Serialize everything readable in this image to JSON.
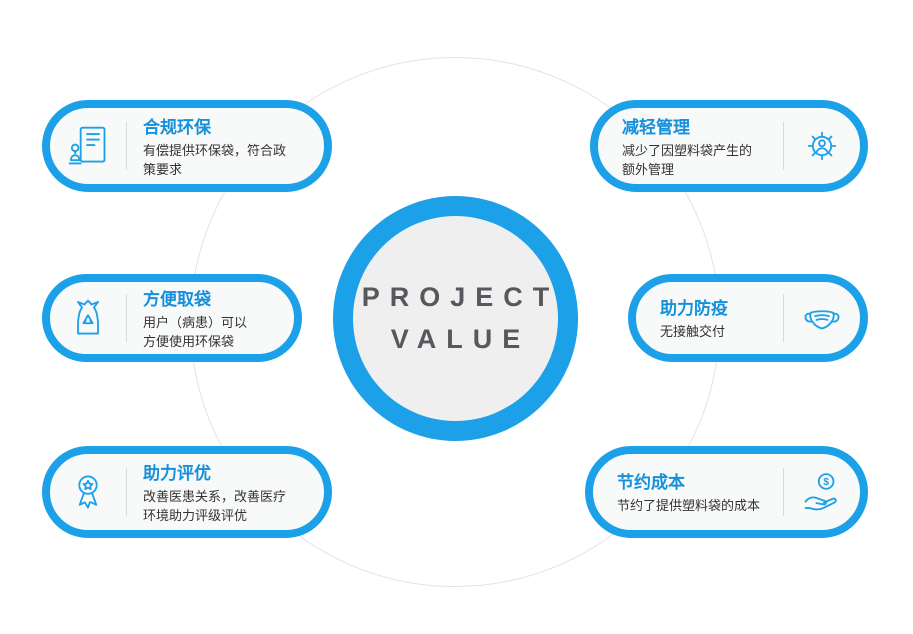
{
  "center": {
    "line1": "PROJECT",
    "line2": "VALUE"
  },
  "items": [
    {
      "title": "合规环保",
      "desc": "有偿提供环保袋，符合政策要求",
      "icon": "stamp-document-icon",
      "side": "left"
    },
    {
      "title": "方便取袋",
      "desc": "用户（病患）可以方便使用环保袋",
      "icon": "recycle-bag-icon",
      "side": "left"
    },
    {
      "title": "助力评优",
      "desc": "改善医患关系，改善医疗环境助力评级评优",
      "icon": "award-medal-icon",
      "side": "left"
    },
    {
      "title": "减轻管理",
      "desc": "减少了因塑料袋产生的额外管理",
      "icon": "gear-user-icon",
      "side": "right"
    },
    {
      "title": "助力防疫",
      "desc": "无接触交付",
      "icon": "face-mask-icon",
      "side": "right"
    },
    {
      "title": "节约成本",
      "desc": "节约了提供塑料袋的成本",
      "icon": "coin-hand-icon",
      "side": "right"
    }
  ],
  "colors": {
    "accent": "#1CA0E8",
    "title": "#1590DB",
    "text": "#333333",
    "pill-fill": "#f8f9f9",
    "center-fill": "#efefef",
    "center-text": "#55585C",
    "ring": "#e3e3e3",
    "divider": "#d9d9d9"
  }
}
